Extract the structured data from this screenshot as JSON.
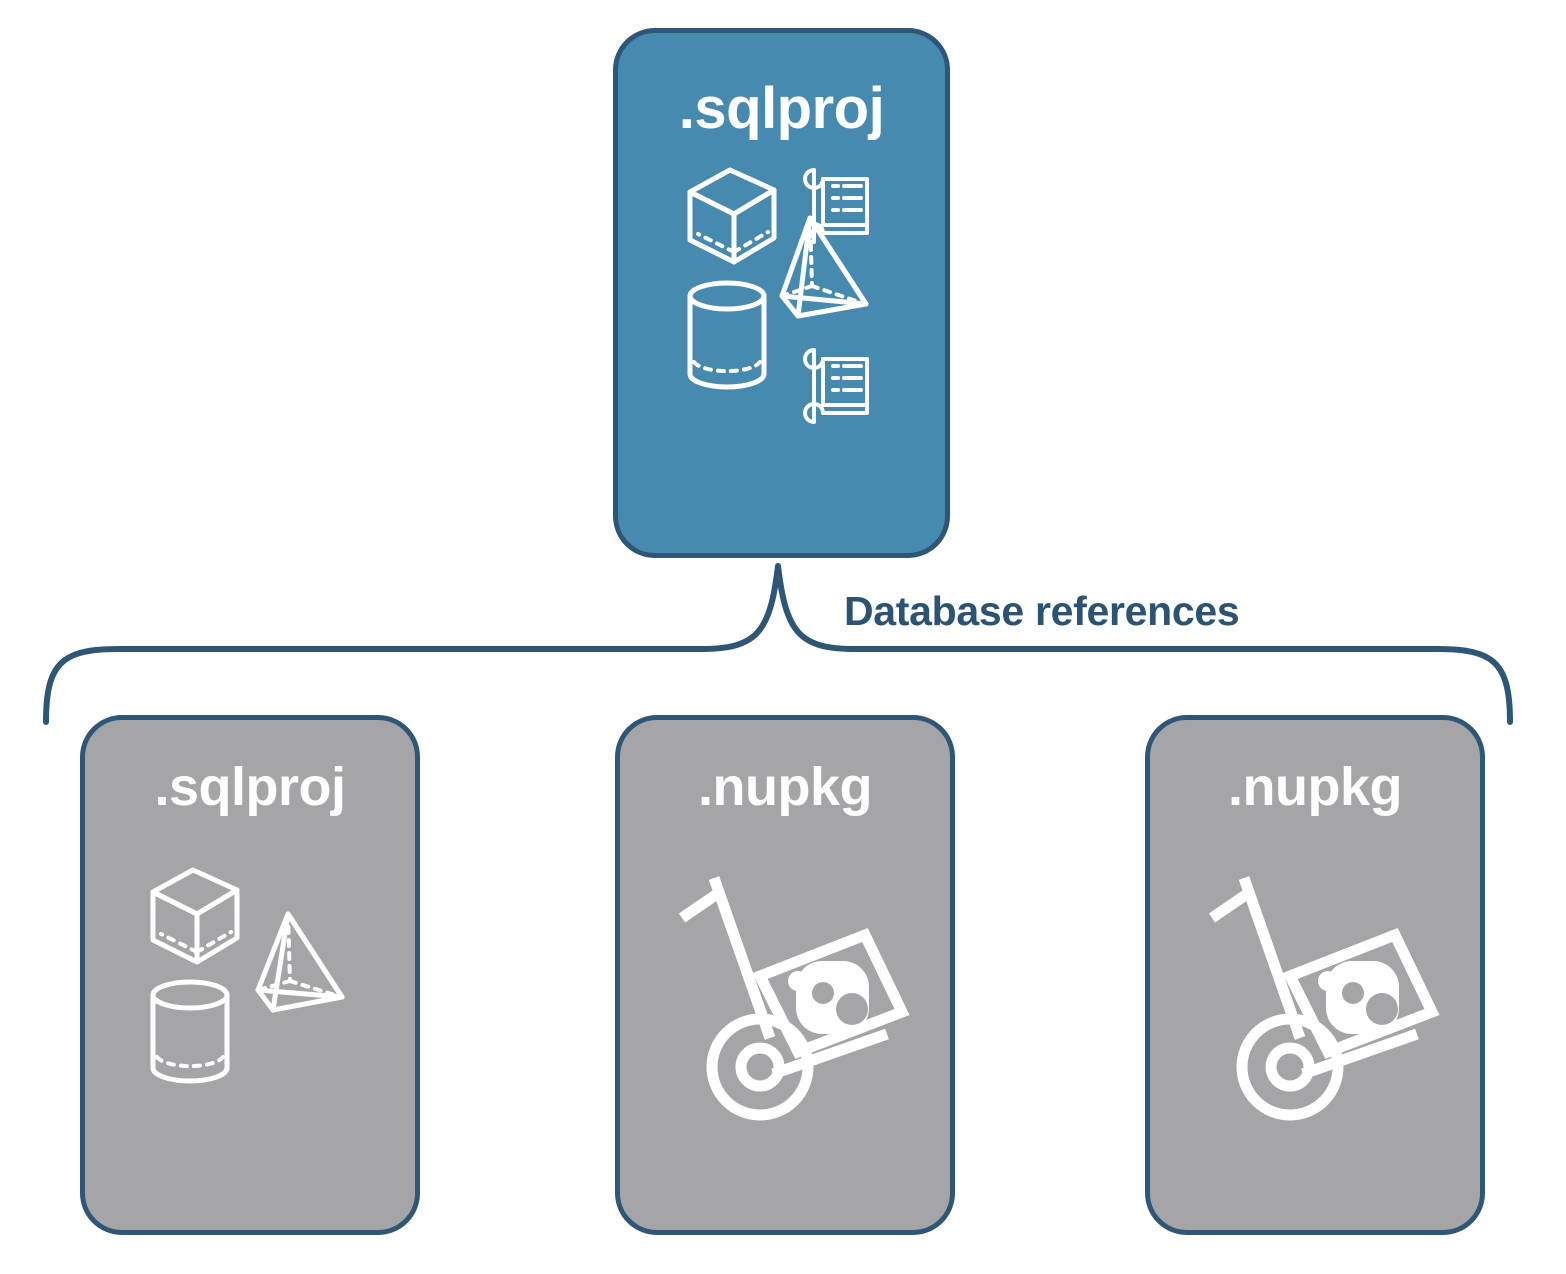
{
  "diagram": {
    "title": ".sqlproj database references",
    "type": "hierarchy-brace",
    "colors": {
      "primary_fill": "#468BAF",
      "reference_fill": "#A5A5A7",
      "stroke": "#2E5677",
      "label_text": "#2B5474",
      "icon": "#FFFFFF",
      "background": "#FFFFFF"
    }
  },
  "root": {
    "label": ".sqlproj",
    "icons": [
      "cube-icon",
      "scroll-icon",
      "pyramid-icon",
      "cylinder-icon",
      "scroll-icon"
    ]
  },
  "connector": {
    "label": "Database references",
    "style": "curly-brace",
    "branches": 3
  },
  "references": [
    {
      "id": "ref-sqlproj",
      "label": ".sqlproj",
      "art": "database-objects",
      "icons": [
        "cube-icon",
        "pyramid-icon",
        "cylinder-icon"
      ]
    },
    {
      "id": "ref-nupkg-1",
      "label": ".nupkg",
      "art": "nuget-package",
      "icons": [
        "hand-truck-icon",
        "nuget-box-icon"
      ]
    },
    {
      "id": "ref-nupkg-2",
      "label": ".nupkg",
      "art": "nuget-package",
      "icons": [
        "hand-truck-icon",
        "nuget-box-icon"
      ]
    }
  ]
}
